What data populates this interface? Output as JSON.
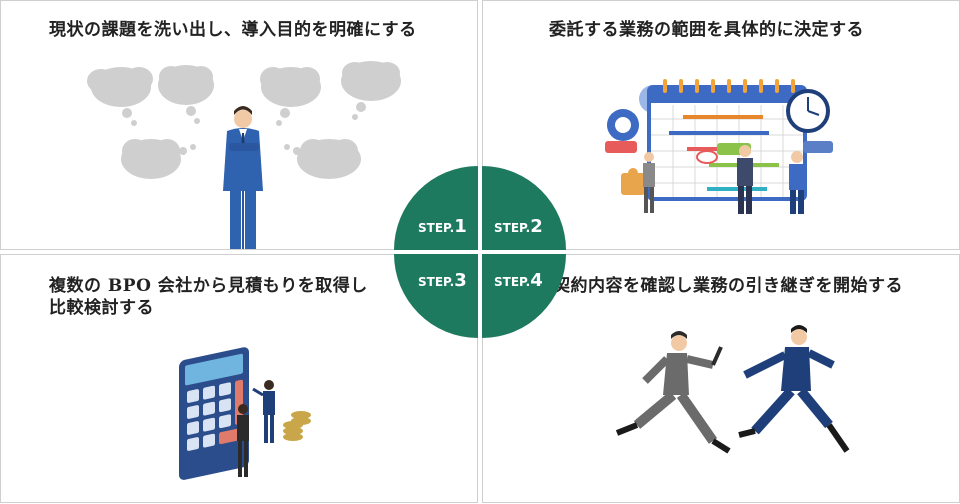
{
  "steps": [
    {
      "label": "STEP.",
      "num": "1",
      "title": "現状の課題を洗い出し、導入目的を明確にする"
    },
    {
      "label": "STEP.",
      "num": "2",
      "title": "委託する業務の範囲を具体的に決定する"
    },
    {
      "label": "STEP.",
      "num": "3",
      "title": "複数の BPO 会社から見積もりを取得し",
      "title2": "比較検討する"
    },
    {
      "label": "STEP.",
      "num": "4",
      "title": "契約内容を確認し業務の引き継ぎを開始する"
    }
  ],
  "colors": {
    "accent": "#1e7a5f",
    "border": "#cfcfcf",
    "suit": "#2f63b0",
    "cloud": "#cfcfcf",
    "gray_suit": "#6b6b6b",
    "navy_suit": "#1f3f7a"
  }
}
